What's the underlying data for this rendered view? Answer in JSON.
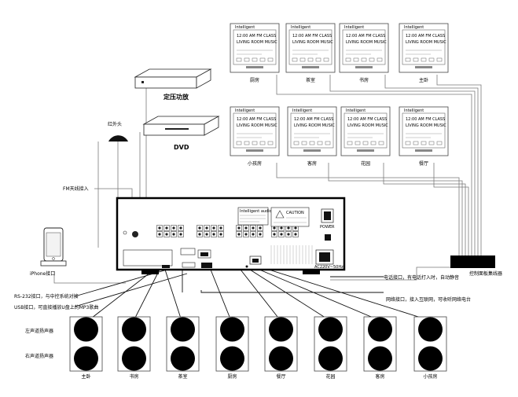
{
  "panel_display": {
    "line1": "12:00  AM  FM  CLASS",
    "line2": "LIVING  ROOM  MUSIC",
    "brand": "Intelligent"
  },
  "panels": [
    {
      "label": "厨房"
    },
    {
      "label": "茶室"
    },
    {
      "label": "书房"
    },
    {
      "label": "主卧"
    },
    {
      "label": "小孩房"
    },
    {
      "label": "客房"
    },
    {
      "label": "花园"
    },
    {
      "label": "餐厅"
    }
  ],
  "devices": {
    "amp": "定压功放",
    "dvd": "DVD",
    "ir": "红外头",
    "iphone": "iPhone接口"
  },
  "annotations": {
    "fm": "FM天线接入",
    "rs232": "RS-232接口，与中控系统对接",
    "usb": "USB接口，可直接播放U盘上的MP3歌曲",
    "phone": "电话接口，有电话打入时，自动静音",
    "net": "网络接口，接入互联网，可收听网络电台",
    "collector": "控制面板集线器"
  },
  "host_unit": {
    "warning_text": "CAUTION",
    "spec_text": "Intelligent audio system",
    "power_label": "POWER",
    "ac_label": "AC220V~50Hz"
  },
  "speakers_side": {
    "left": "左声道扬声器",
    "right": "右声道扬声器"
  },
  "speakers": [
    {
      "label": "主卧"
    },
    {
      "label": "书房"
    },
    {
      "label": "茶室"
    },
    {
      "label": "厨房"
    },
    {
      "label": "餐厅"
    },
    {
      "label": "花园"
    },
    {
      "label": "客房"
    },
    {
      "label": "小孩房"
    }
  ]
}
